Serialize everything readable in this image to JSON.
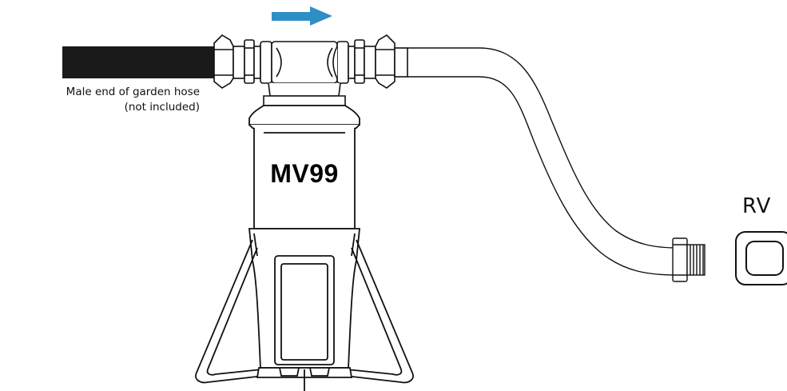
{
  "hose_label": {
    "line1": "Male end of garden hose",
    "line2": "(not included)"
  },
  "filter_model": "MV99",
  "rv_label": "RV",
  "flow_arrow": {
    "direction": "right",
    "color": "#2e8fc6"
  },
  "colors": {
    "outline": "#111111",
    "garden_hose": "#1a1a1a",
    "background": "#ffffff"
  }
}
